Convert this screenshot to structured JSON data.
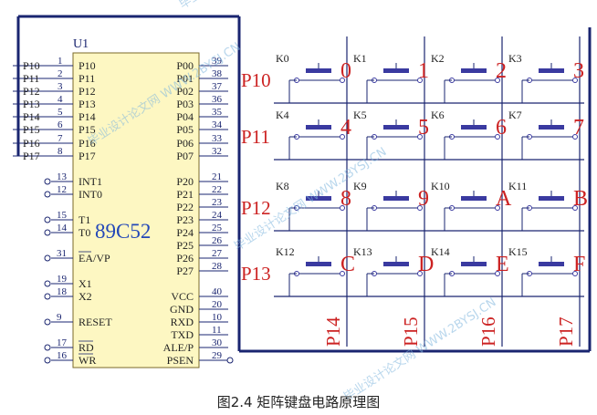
{
  "chip": {
    "ref": "U1",
    "part": "89C52",
    "left_pins": [
      {
        "num": "1",
        "name": "P10"
      },
      {
        "num": "2",
        "name": "P11"
      },
      {
        "num": "3",
        "name": "P12"
      },
      {
        "num": "4",
        "name": "P13"
      },
      {
        "num": "5",
        "name": "P14"
      },
      {
        "num": "6",
        "name": "P15"
      },
      {
        "num": "7",
        "name": "P16"
      },
      {
        "num": "8",
        "name": "P17"
      },
      {
        "num": "13",
        "name": "INT1"
      },
      {
        "num": "12",
        "name": "INT0"
      },
      {
        "num": "15",
        "name": "T1"
      },
      {
        "num": "14",
        "name": "T0"
      },
      {
        "num": "31",
        "name": "EA/VP"
      },
      {
        "num": "19",
        "name": "X1"
      },
      {
        "num": "18",
        "name": "X2"
      },
      {
        "num": "9",
        "name": "RESET"
      },
      {
        "num": "17",
        "name": "RD"
      },
      {
        "num": "16",
        "name": "WR"
      }
    ],
    "right_pins": [
      {
        "num": "39",
        "name": "P00"
      },
      {
        "num": "38",
        "name": "P01"
      },
      {
        "num": "37",
        "name": "P02"
      },
      {
        "num": "36",
        "name": "P03"
      },
      {
        "num": "35",
        "name": "P04"
      },
      {
        "num": "34",
        "name": "P05"
      },
      {
        "num": "33",
        "name": "P06"
      },
      {
        "num": "32",
        "name": "P07"
      },
      {
        "num": "21",
        "name": "P20"
      },
      {
        "num": "22",
        "name": "P21"
      },
      {
        "num": "23",
        "name": "P22"
      },
      {
        "num": "24",
        "name": "P23"
      },
      {
        "num": "25",
        "name": "P24"
      },
      {
        "num": "26",
        "name": "P25"
      },
      {
        "num": "27",
        "name": "P26"
      },
      {
        "num": "28",
        "name": "P27"
      },
      {
        "num": "40",
        "name": "VCC"
      },
      {
        "num": "20",
        "name": "GND"
      },
      {
        "num": "10",
        "name": "RXD"
      },
      {
        "num": "11",
        "name": "TXD"
      },
      {
        "num": "30",
        "name": "ALE/P"
      },
      {
        "num": "29",
        "name": "PSEN"
      }
    ],
    "bus_labels": [
      "P10",
      "P11",
      "P12",
      "P13",
      "P14",
      "P15",
      "P16",
      "P17"
    ]
  },
  "keypad": {
    "row_labels": [
      "P10",
      "P11",
      "P12",
      "P13"
    ],
    "col_labels": [
      "P14",
      "P15",
      "P16",
      "P17"
    ],
    "keys": [
      {
        "id": "K0",
        "char": "0"
      },
      {
        "id": "K1",
        "char": "1"
      },
      {
        "id": "K2",
        "char": "2"
      },
      {
        "id": "K3",
        "char": "3"
      },
      {
        "id": "K4",
        "char": "4"
      },
      {
        "id": "K5",
        "char": "5"
      },
      {
        "id": "K6",
        "char": "6"
      },
      {
        "id": "K7",
        "char": "7"
      },
      {
        "id": "K8",
        "char": "8"
      },
      {
        "id": "K9",
        "char": "9"
      },
      {
        "id": "K10",
        "char": "A"
      },
      {
        "id": "K11",
        "char": "B"
      },
      {
        "id": "K12",
        "char": "C"
      },
      {
        "id": "K13",
        "char": "D"
      },
      {
        "id": "K14",
        "char": "E"
      },
      {
        "id": "K15",
        "char": "F"
      }
    ]
  },
  "watermark": {
    "text": "毕业设计论文网 WWW.2BYSJ.CN",
    "color": "#7fb6de"
  },
  "caption": "图2.4 矩阵键盘电路原理图",
  "colors": {
    "wire": "#1a2570",
    "chip_fill": "#fdf7c2",
    "chip_border": "#7a6a2a",
    "char": "#cc2222",
    "text": "#1a2570",
    "part": "#2448b8",
    "key": "#3a3aa0"
  }
}
